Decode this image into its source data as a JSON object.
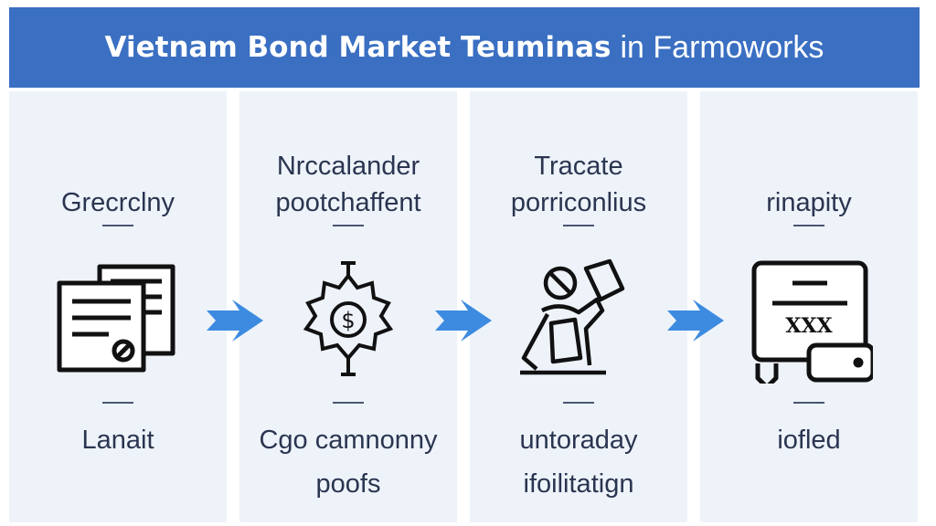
{
  "title": {
    "bold": "Vietnam Bond Market Teuminas",
    "regular": "in Farmoworks"
  },
  "colors": {
    "header": "#3a6fc2",
    "panel": "#eef3fa",
    "arrow": "#3d8be0",
    "text": "#2a3550"
  },
  "steps": [
    {
      "top": [
        "Grecrclny"
      ],
      "icon": "documents-icon",
      "bottom": [
        "Lanait"
      ]
    },
    {
      "top": [
        "Nrccalander",
        "pootchaffent"
      ],
      "icon": "dollar-gear-icon",
      "bottom": [
        "Cgo camnonny",
        "poofs"
      ]
    },
    {
      "top": [
        "Tracate",
        "porriconlius"
      ],
      "icon": "person-document-icon",
      "bottom": [
        "untoraday",
        "ifoilitatign"
      ]
    },
    {
      "top": [
        "rinapity"
      ],
      "icon": "certificate-card-icon",
      "icon_text": "XXX",
      "bottom": [
        "iofled"
      ]
    }
  ]
}
